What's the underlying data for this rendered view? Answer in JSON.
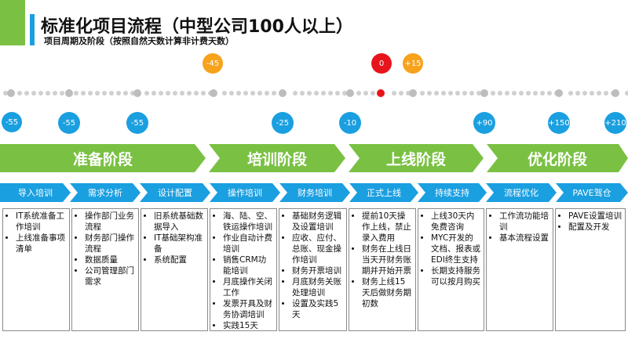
{
  "header": {
    "title": "标准化项目流程（中型公司100人以上）",
    "subtitle": "项目周期及阶段（按照自然天数计算非计费天数）"
  },
  "timeline": {
    "below": [
      "-55",
      "-55",
      "-55",
      "-25",
      "-10",
      "+90",
      "+150",
      "+210"
    ],
    "above": [
      "-45",
      "0",
      "+15"
    ]
  },
  "phases": [
    "准备阶段",
    "培训阶段",
    "上线阶段",
    "优化阶段"
  ],
  "steps": [
    "导入培训",
    "需求分析",
    "设计配置",
    "操作培训",
    "财务培训",
    "正式上线",
    "持续支持",
    "流程优化",
    "PAVE驾仓"
  ],
  "details": [
    [
      "IT系统准备工作培训",
      "上线准备事项清单"
    ],
    [
      "操作部门业务流程",
      "财务部门操作流程",
      "数据质量",
      "公司管理部门需求"
    ],
    [
      "旧系统基础数据导入",
      "IT基础架构准备",
      "系统配置"
    ],
    [
      "海、陆、空、铁运操作培训",
      "作业自动计费培训",
      "销售CRM功能培训",
      "月底操作关闭工作",
      "发票开具及财务协调培训",
      "实践15天"
    ],
    [
      "基础财务逻辑及设置培训",
      "应收、应付、总账、现金操作培训",
      "财务开票培训",
      "月底财务关账处理培训",
      "设置及实践5天"
    ],
    [
      "提前10天操作上线，禁止录入费用",
      "财务在上线日当天开财务账期并开始开票",
      "财务上线15天后做财务期初数"
    ],
    [
      "上线30天内免费咨询",
      "MYC开发的文档、报表或EDI终生支持",
      "长期支持服务可以按月购买"
    ],
    [
      "工作流功能培训",
      "基本流程设置"
    ],
    [
      "PAVE设置培训",
      "配置及开发"
    ]
  ],
  "colors": {
    "green": "#7ac143",
    "blue": "#1a9fe0",
    "orange": "#f7a21b",
    "red": "#e8141c"
  }
}
